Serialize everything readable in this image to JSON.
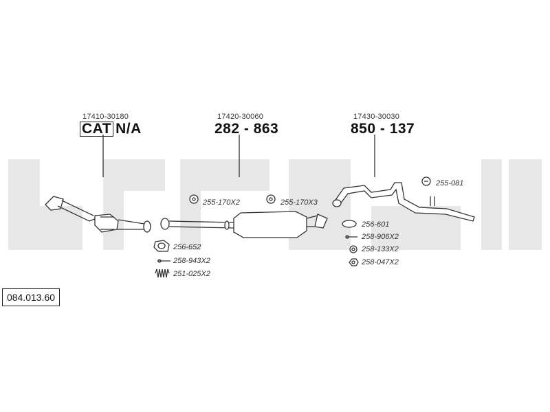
{
  "brand": {
    "watermark_color": "#e7e7e7"
  },
  "sections": [
    {
      "oem": "17410-30180",
      "cat_label": "CAT",
      "price_code": "N/A"
    },
    {
      "oem": "17420-30060",
      "price_code": "282 - 863"
    },
    {
      "oem": "17430-30030",
      "price_code": "850 - 137"
    }
  ],
  "parts": {
    "p_255_170x2": "255-170X2",
    "p_255_170x3": "255-170X3",
    "p_255_081": "255-081",
    "p_256_652": "256-652",
    "p_258_943x2": "258-943X2",
    "p_251_025x2": "251-025X2",
    "p_256_601": "256-601",
    "p_258_906x2": "258-906X2",
    "p_258_133x2": "258-133X2",
    "p_258_047x2": "258-047X2"
  },
  "reference": "084.013.60"
}
